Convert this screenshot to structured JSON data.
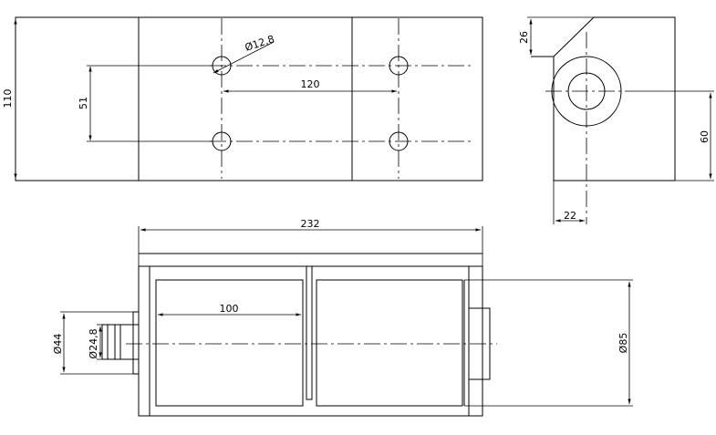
{
  "drawing": {
    "dimensions": {
      "top_height": "110",
      "hole_spacing_v": "51",
      "hole_diameter": "Ø12,8",
      "hole_spacing_h": "120",
      "side_chamfer": "26",
      "side_height": "60",
      "side_offset": "22",
      "front_length": "232",
      "roller_length": "100",
      "shaft_outer_dia": "Ø44",
      "shaft_inner_dia": "Ø24,8",
      "roller_dia": "Ø85"
    }
  }
}
